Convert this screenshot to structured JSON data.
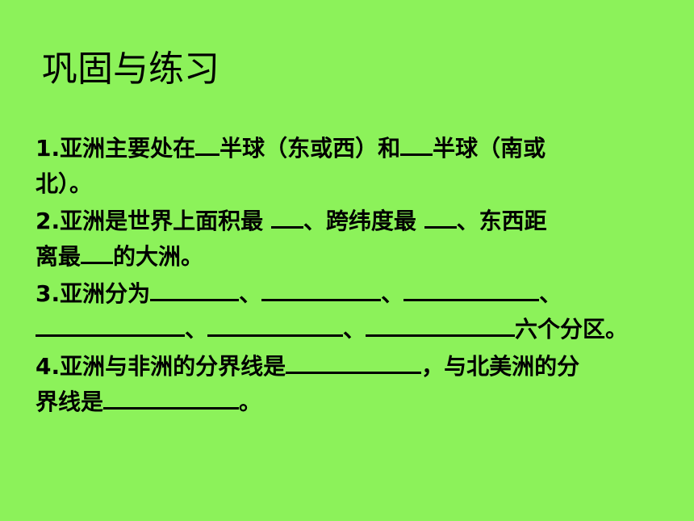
{
  "slide": {
    "title": "巩固与练习",
    "q1": {
      "num": "1.",
      "t1": "亚洲主要处在",
      "t2": "半球（东或西）和",
      "t3": "半球（南或",
      "t4": "北）。"
    },
    "q2": {
      "num": "2.",
      "t1": "亚洲是世界上面积最 ",
      "t2": "、跨纬度最 ",
      "t3": "、东西距",
      "t4": "离最",
      "t5": "的大洲。"
    },
    "q3": {
      "num": "3.",
      "t1": "亚洲分为",
      "sep": "、",
      "t_end": "六个分区。"
    },
    "q4": {
      "num": "4.",
      "t1": "亚洲与非洲的分界线是",
      "t2": "，与北美洲的分",
      "t3": "界线是",
      "t4": "。"
    }
  }
}
